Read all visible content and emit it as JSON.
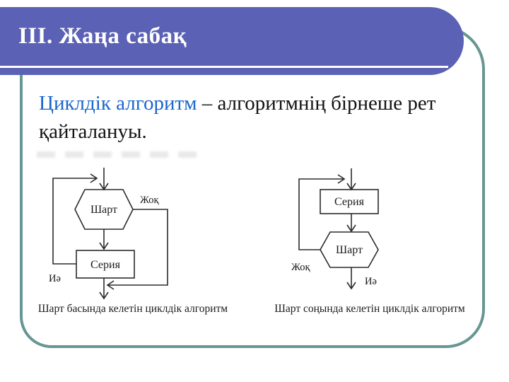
{
  "slide": {
    "title": "III. Жаңа сабақ",
    "body": {
      "term": "Циклдік алгоритм",
      "rest": " – алгоритмнің бірнеше рет қайталануы."
    },
    "colors": {
      "header_bg": "#5b61b4",
      "frame_border": "#679693",
      "term_blue": "#1a66cc",
      "diagram_stroke": "#2b2b2b"
    },
    "diagrams": {
      "left": {
        "condition_label": "Шарт",
        "series_label": "Серия",
        "no_label": "Жоқ",
        "yes_label": "Иә",
        "caption": "Шарт басында келетін циклдік алгоритм"
      },
      "right": {
        "condition_label": "Шарт",
        "series_label": "Серия",
        "no_label": "Жоқ",
        "yes_label": "Иә",
        "caption": "Шарт соңында келетін циклдік алгоритм"
      }
    }
  }
}
